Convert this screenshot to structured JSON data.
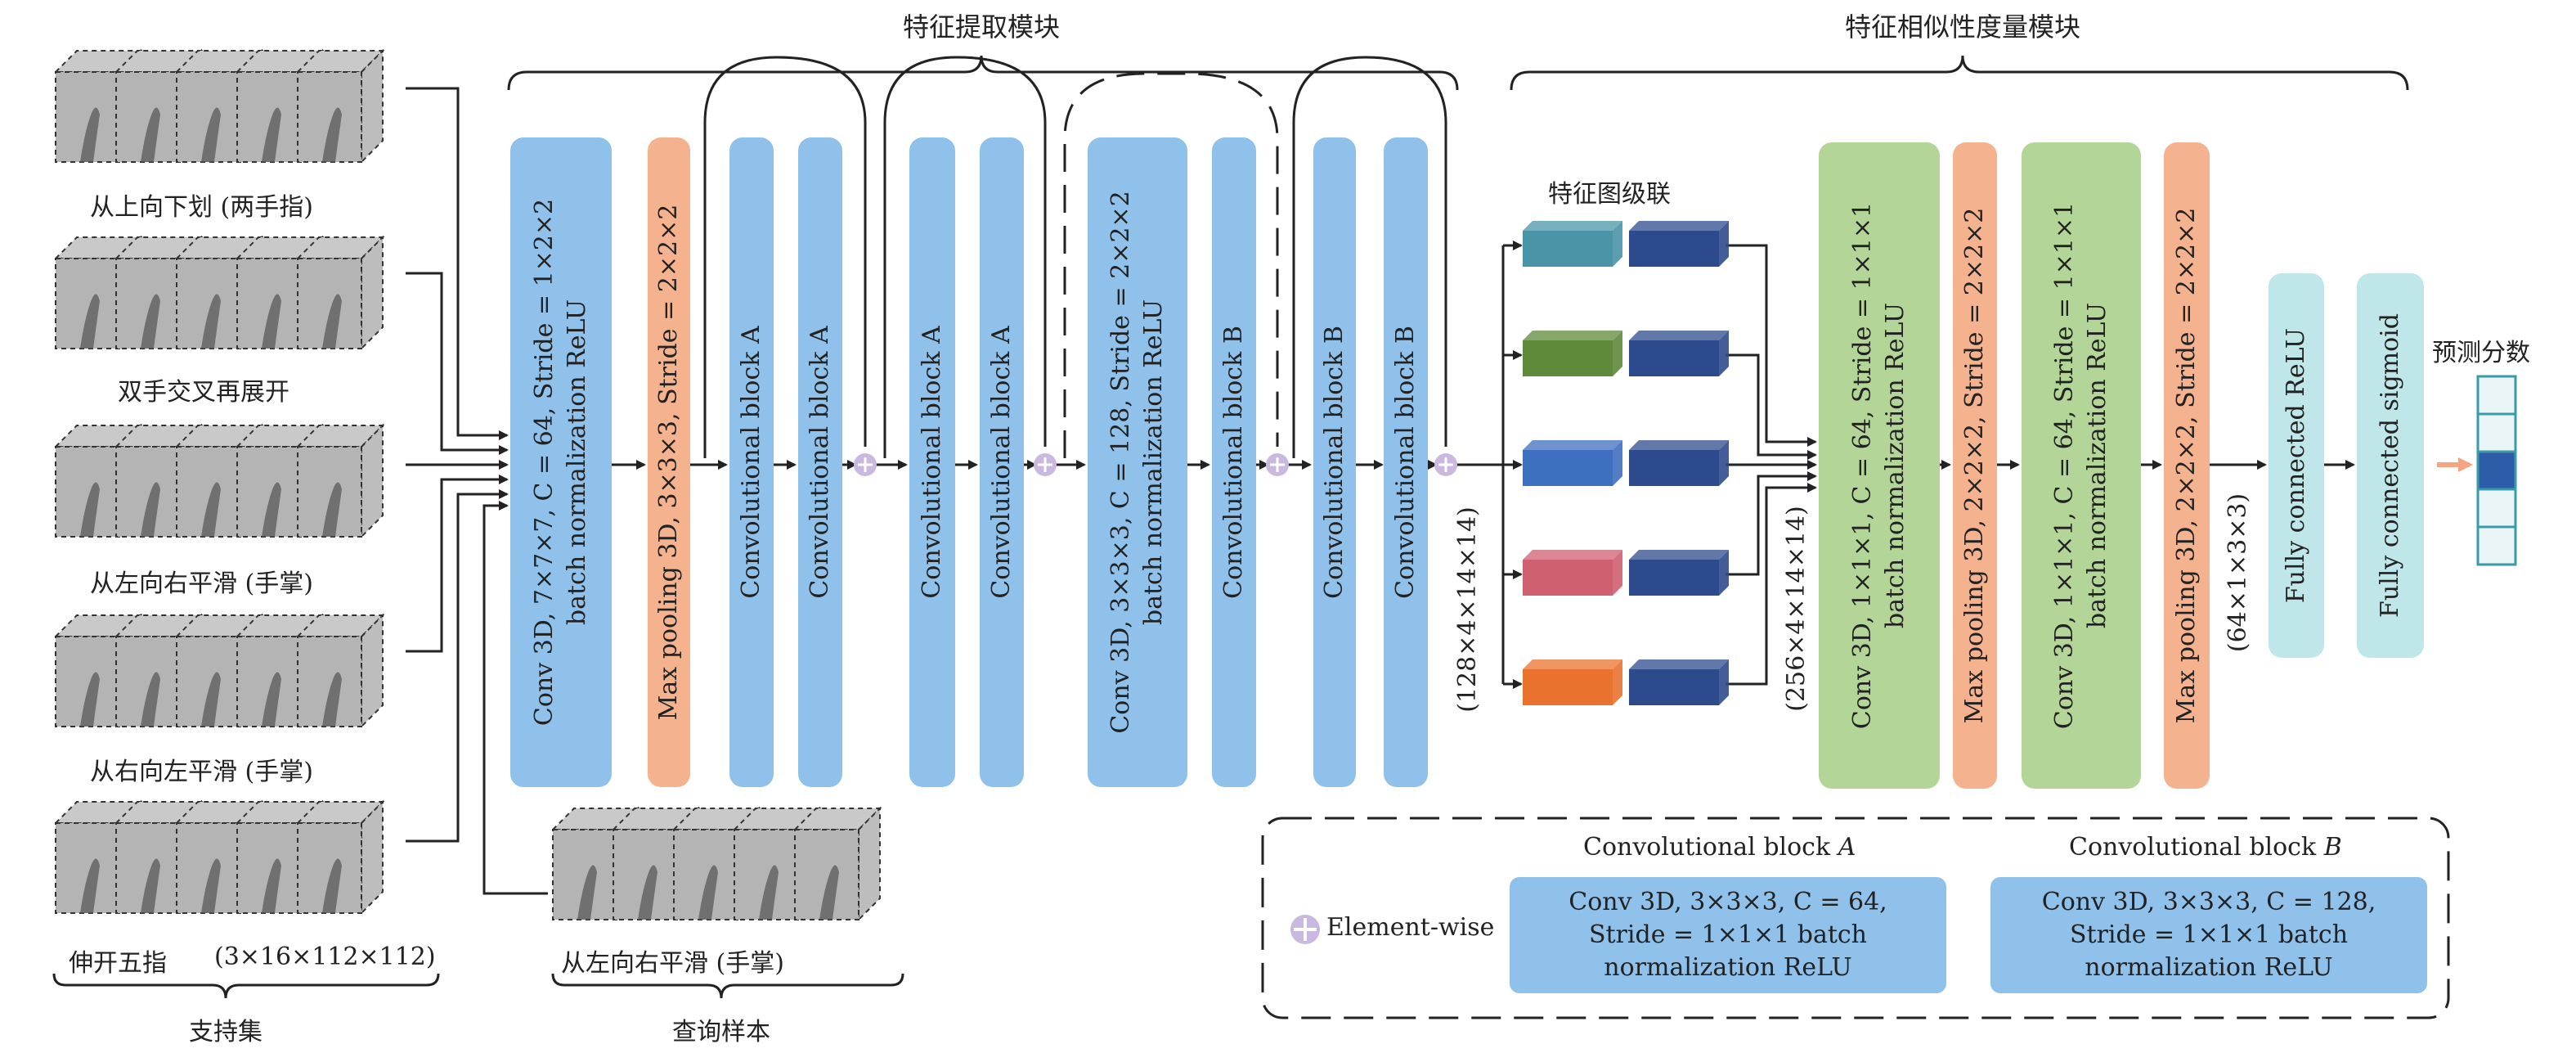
{
  "titles": {
    "feature_extraction": "特征提取模块",
    "similarity": "特征相似性度量模块",
    "concat": "特征图级联",
    "prediction": "预测分数"
  },
  "support_set": {
    "label": "支持集",
    "dims": "(3×16×112×112)",
    "samples": [
      {
        "label": "从上向下划 (两手指)"
      },
      {
        "label": "双手交叉再展开"
      },
      {
        "label": "从左向右平滑 (手掌)"
      },
      {
        "label": "从右向左平滑 (手掌)"
      },
      {
        "label": "伸开五指"
      }
    ]
  },
  "query": {
    "label": "查询样本",
    "sample_label": "从左向右平滑 (手掌)"
  },
  "extraction_blocks": [
    {
      "text": "Conv 3D, 7×7×7, C = 64, Stride = 1×2×2\nbatch normalization ReLU",
      "kind": "blue"
    },
    {
      "text": "Max pooling 3D, 3×3×3, Stride = 2×2×2",
      "kind": "orange"
    },
    {
      "text": "Convolutional block A",
      "kind": "blue"
    },
    {
      "text": "Convolutional block A",
      "kind": "blue"
    },
    {
      "text": "Convolutional block A",
      "kind": "blue"
    },
    {
      "text": "Convolutional block A",
      "kind": "blue"
    },
    {
      "text": "Conv 3D, 3×3×3, C = 128, Stride = 2×2×2\nbatch normalization ReLU",
      "kind": "blue"
    },
    {
      "text": "Convolutional block B",
      "kind": "blue"
    },
    {
      "text": "Convolutional block B",
      "kind": "blue"
    },
    {
      "text": "Convolutional block B",
      "kind": "blue"
    }
  ],
  "feature_dims": "(128×4×14×14)",
  "concat_dims": "(256×4×14×14)",
  "pool_dims": "(64×1×3×3)",
  "similarity_blocks": [
    {
      "text": "Conv 3D, 1×1×1, C = 64, Stride = 1×1×1\nbatch normalization ReLU",
      "kind": "green"
    },
    {
      "text": "Max pooling 3D, 2×2×2, Stride = 2×2×2",
      "kind": "orange"
    },
    {
      "text": "Conv 3D, 1×1×1, C = 64, Stride = 1×1×1\nbatch normalization ReLU",
      "kind": "green"
    },
    {
      "text": "Max pooling 3D, 2×2×2, Stride = 2×2×2",
      "kind": "orange"
    },
    {
      "text": "Fully connected ReLU",
      "kind": "cyan"
    },
    {
      "text": "Fully connected sigmoid",
      "kind": "cyan"
    }
  ],
  "cube_colors": [
    "#4a94a8",
    "#5e8a3a",
    "#3f6fbf",
    "#cf6070",
    "#e8722e"
  ],
  "legend": {
    "elementwise": "Element-wise",
    "block_a_title": "Convolutional block",
    "block_a_letter": "A",
    "block_a_text": "Conv 3D, 3×3×3, C = 64,\nStride = 1×1×1 batch\nnormalization ReLU",
    "block_b_title": "Convolutional block",
    "block_b_letter": "B",
    "block_b_text": "Conv 3D, 3×3×3, C = 128,\nStride = 1×1×1 batch\nnormalization ReLU"
  },
  "colors": {
    "blue": "#8fc1ea",
    "orange": "#f5b28f",
    "green": "#b3d698",
    "cyan": "#bfe7ea",
    "dark_cube": "#2d4b8c",
    "plus": "#c9b8df"
  }
}
